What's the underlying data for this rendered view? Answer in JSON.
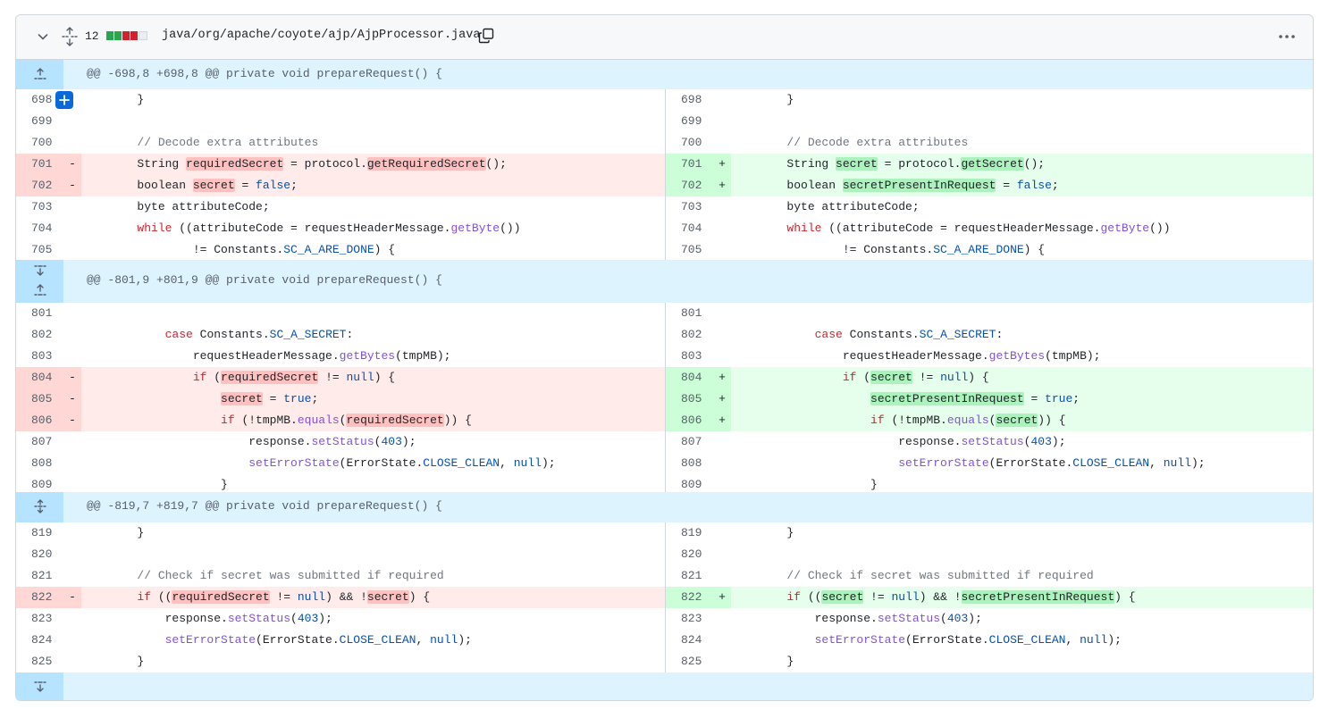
{
  "file": {
    "change_count": "12",
    "path": "java/org/apache/coyote/ajp/AjpProcessor.java",
    "diffstat_colors": [
      "#2da44e",
      "#2da44e",
      "#cf222e",
      "#cf222e",
      "#eaeef2"
    ]
  },
  "icons": {
    "collapse": "chevron-down-icon",
    "expand_all": "unfold-icon",
    "copy": "copy-icon",
    "more": "kebab-horizontal-icon",
    "expand_up": "fold-up-icon",
    "expand_down": "fold-down-icon",
    "add_comment": "plus-icon"
  },
  "hunks": [
    {
      "header": "@@ -698,8 +698,8 @@ private void prepareRequest() {"
    },
    {
      "header": "@@ -801,9 +801,9 @@ private void prepareRequest() {"
    },
    {
      "header": "@@ -819,7 +819,7 @@ private void prepareRequest() {"
    }
  ],
  "colors": {
    "deletion_bg": "#ffebe9",
    "addition_bg": "#e6ffec",
    "hunk_bg": "#ddf4ff",
    "accent": "#0969da"
  },
  "lines": {
    "h1": [
      {
        "ln": "698",
        "rn": "698",
        "type": "ctx",
        "l": [
          [
            "        }",
            ""
          ]
        ],
        "r": [
          [
            "        }",
            ""
          ]
        ]
      },
      {
        "ln": "699",
        "rn": "699",
        "type": "ctx",
        "l": [
          [
            "",
            ""
          ]
        ],
        "r": [
          [
            "",
            ""
          ]
        ]
      },
      {
        "ln": "700",
        "rn": "700",
        "type": "ctx",
        "l": [
          [
            "        // Decode extra attributes",
            "cm"
          ]
        ],
        "r": [
          [
            "        // Decode extra attributes",
            "cm"
          ]
        ]
      },
      {
        "ln": "701",
        "rn": "701",
        "type": "chg",
        "lsign": "-",
        "rsign": "+",
        "l": [
          [
            "        String ",
            ""
          ],
          [
            "requiredSecret",
            "del-hl"
          ],
          [
            " = protocol.",
            ""
          ],
          [
            "getRequiredSecret",
            "del-hl"
          ],
          [
            "();",
            ""
          ]
        ],
        "r": [
          [
            "        String ",
            ""
          ],
          [
            "secret",
            "add-hl"
          ],
          [
            " = protocol.",
            ""
          ],
          [
            "getSecret",
            "add-hl"
          ],
          [
            "();",
            ""
          ]
        ]
      },
      {
        "ln": "702",
        "rn": "702",
        "type": "chg",
        "lsign": "-",
        "rsign": "+",
        "l": [
          [
            "        boolean ",
            ""
          ],
          [
            "secret",
            "del-hl"
          ],
          [
            " = ",
            ""
          ],
          [
            "false",
            "cst"
          ],
          [
            ";",
            ""
          ]
        ],
        "r": [
          [
            "        boolean ",
            ""
          ],
          [
            "secretPresentInRequest",
            "add-hl"
          ],
          [
            " = ",
            ""
          ],
          [
            "false",
            "cst"
          ],
          [
            ";",
            ""
          ]
        ]
      },
      {
        "ln": "703",
        "rn": "703",
        "type": "ctx",
        "l": [
          [
            "        byte attributeCode;",
            ""
          ]
        ],
        "r": [
          [
            "        byte attributeCode;",
            ""
          ]
        ]
      },
      {
        "ln": "704",
        "rn": "704",
        "type": "ctx",
        "l": [
          [
            "        ",
            ""
          ],
          [
            "while",
            "kw"
          ],
          [
            " ((attributeCode = requestHeaderMessage.",
            ""
          ],
          [
            "getByte",
            "fn"
          ],
          [
            "())",
            ""
          ]
        ],
        "r": [
          [
            "        ",
            ""
          ],
          [
            "while",
            "kw"
          ],
          [
            " ((attributeCode = requestHeaderMessage.",
            ""
          ],
          [
            "getByte",
            "fn"
          ],
          [
            "())",
            ""
          ]
        ]
      },
      {
        "ln": "705",
        "rn": "705",
        "type": "ctx",
        "l": [
          [
            "                != Constants.",
            ""
          ],
          [
            "SC_A_ARE_DONE",
            "cst"
          ],
          [
            ") {",
            ""
          ]
        ],
        "r": [
          [
            "                != Constants.",
            ""
          ],
          [
            "SC_A_ARE_DONE",
            "cst"
          ],
          [
            ") {",
            ""
          ]
        ]
      }
    ],
    "h2": [
      {
        "ln": "801",
        "rn": "801",
        "type": "ctx",
        "l": [
          [
            "",
            ""
          ]
        ],
        "r": [
          [
            "",
            ""
          ]
        ]
      },
      {
        "ln": "802",
        "rn": "802",
        "type": "ctx",
        "l": [
          [
            "            ",
            ""
          ],
          [
            "case",
            "kw"
          ],
          [
            " Constants.",
            ""
          ],
          [
            "SC_A_SECRET",
            "cst"
          ],
          [
            ":",
            ""
          ]
        ],
        "r": [
          [
            "            ",
            ""
          ],
          [
            "case",
            "kw"
          ],
          [
            " Constants.",
            ""
          ],
          [
            "SC_A_SECRET",
            "cst"
          ],
          [
            ":",
            ""
          ]
        ]
      },
      {
        "ln": "803",
        "rn": "803",
        "type": "ctx",
        "l": [
          [
            "                requestHeaderMessage.",
            ""
          ],
          [
            "getBytes",
            "fn"
          ],
          [
            "(tmpMB);",
            ""
          ]
        ],
        "r": [
          [
            "                requestHeaderMessage.",
            ""
          ],
          [
            "getBytes",
            "fn"
          ],
          [
            "(tmpMB);",
            ""
          ]
        ]
      },
      {
        "ln": "804",
        "rn": "804",
        "type": "chg",
        "lsign": "-",
        "rsign": "+",
        "l": [
          [
            "                ",
            ""
          ],
          [
            "if",
            "kw"
          ],
          [
            " (",
            ""
          ],
          [
            "requiredSecret",
            "del-hl"
          ],
          [
            " != ",
            ""
          ],
          [
            "null",
            "cst"
          ],
          [
            ") {",
            ""
          ]
        ],
        "r": [
          [
            "                ",
            ""
          ],
          [
            "if",
            "kw"
          ],
          [
            " (",
            ""
          ],
          [
            "secret",
            "add-hl"
          ],
          [
            " != ",
            ""
          ],
          [
            "null",
            "cst"
          ],
          [
            ") {",
            ""
          ]
        ]
      },
      {
        "ln": "805",
        "rn": "805",
        "type": "chg",
        "lsign": "-",
        "rsign": "+",
        "l": [
          [
            "                    ",
            ""
          ],
          [
            "secret",
            "del-hl"
          ],
          [
            " = ",
            ""
          ],
          [
            "true",
            "cst"
          ],
          [
            ";",
            ""
          ]
        ],
        "r": [
          [
            "                    ",
            ""
          ],
          [
            "secretPresentInRequest",
            "add-hl"
          ],
          [
            " = ",
            ""
          ],
          [
            "true",
            "cst"
          ],
          [
            ";",
            ""
          ]
        ]
      },
      {
        "ln": "806",
        "rn": "806",
        "type": "chg",
        "lsign": "-",
        "rsign": "+",
        "l": [
          [
            "                    ",
            ""
          ],
          [
            "if",
            "kw"
          ],
          [
            " (!tmpMB.",
            ""
          ],
          [
            "equals",
            "fn"
          ],
          [
            "(",
            ""
          ],
          [
            "requiredSecret",
            "del-hl"
          ],
          [
            ")) {",
            ""
          ]
        ],
        "r": [
          [
            "                    ",
            ""
          ],
          [
            "if",
            "kw"
          ],
          [
            " (!tmpMB.",
            ""
          ],
          [
            "equals",
            "fn"
          ],
          [
            "(",
            ""
          ],
          [
            "secret",
            "add-hl"
          ],
          [
            ")) {",
            ""
          ]
        ]
      },
      {
        "ln": "807",
        "rn": "807",
        "type": "ctx",
        "l": [
          [
            "                        response.",
            ""
          ],
          [
            "setStatus",
            "fn"
          ],
          [
            "(",
            ""
          ],
          [
            "403",
            "cst"
          ],
          [
            ");",
            ""
          ]
        ],
        "r": [
          [
            "                        response.",
            ""
          ],
          [
            "setStatus",
            "fn"
          ],
          [
            "(",
            ""
          ],
          [
            "403",
            "cst"
          ],
          [
            ");",
            ""
          ]
        ]
      },
      {
        "ln": "808",
        "rn": "808",
        "type": "ctx",
        "l": [
          [
            "                        ",
            ""
          ],
          [
            "setErrorState",
            "fn"
          ],
          [
            "(ErrorState.",
            ""
          ],
          [
            "CLOSE_CLEAN",
            "cst"
          ],
          [
            ", ",
            ""
          ],
          [
            "null",
            "cst"
          ],
          [
            ");",
            ""
          ]
        ],
        "r": [
          [
            "                        ",
            ""
          ],
          [
            "setErrorState",
            "fn"
          ],
          [
            "(ErrorState.",
            ""
          ],
          [
            "CLOSE_CLEAN",
            "cst"
          ],
          [
            ", ",
            ""
          ],
          [
            "null",
            "cst"
          ],
          [
            ");",
            ""
          ]
        ]
      },
      {
        "ln": "809",
        "rn": "809",
        "type": "ctx",
        "l": [
          [
            "                    }",
            ""
          ]
        ],
        "r": [
          [
            "                    }",
            ""
          ]
        ]
      }
    ],
    "h3": [
      {
        "ln": "819",
        "rn": "819",
        "type": "ctx",
        "l": [
          [
            "        }",
            ""
          ]
        ],
        "r": [
          [
            "        }",
            ""
          ]
        ]
      },
      {
        "ln": "820",
        "rn": "820",
        "type": "ctx",
        "l": [
          [
            "",
            ""
          ]
        ],
        "r": [
          [
            "",
            ""
          ]
        ]
      },
      {
        "ln": "821",
        "rn": "821",
        "type": "ctx",
        "l": [
          [
            "        // Check if secret was submitted if required",
            "cm"
          ]
        ],
        "r": [
          [
            "        // Check if secret was submitted if required",
            "cm"
          ]
        ]
      },
      {
        "ln": "822",
        "rn": "822",
        "type": "chg",
        "lsign": "-",
        "rsign": "+",
        "l": [
          [
            "        ",
            ""
          ],
          [
            "if",
            "kw"
          ],
          [
            " ((",
            ""
          ],
          [
            "requiredSecret",
            "del-hl"
          ],
          [
            " != ",
            ""
          ],
          [
            "null",
            "cst"
          ],
          [
            ") && !",
            ""
          ],
          [
            "secret",
            "del-hl"
          ],
          [
            ") {",
            ""
          ]
        ],
        "r": [
          [
            "        ",
            ""
          ],
          [
            "if",
            "kw"
          ],
          [
            " ((",
            ""
          ],
          [
            "secret",
            "add-hl"
          ],
          [
            " != ",
            ""
          ],
          [
            "null",
            "cst"
          ],
          [
            ") && !",
            ""
          ],
          [
            "secretPresentInRequest",
            "add-hl"
          ],
          [
            ") {",
            ""
          ]
        ]
      },
      {
        "ln": "823",
        "rn": "823",
        "type": "ctx",
        "l": [
          [
            "            response.",
            ""
          ],
          [
            "setStatus",
            "fn"
          ],
          [
            "(",
            ""
          ],
          [
            "403",
            "cst"
          ],
          [
            ");",
            ""
          ]
        ],
        "r": [
          [
            "            response.",
            ""
          ],
          [
            "setStatus",
            "fn"
          ],
          [
            "(",
            ""
          ],
          [
            "403",
            "cst"
          ],
          [
            ");",
            ""
          ]
        ]
      },
      {
        "ln": "824",
        "rn": "824",
        "type": "ctx",
        "l": [
          [
            "            ",
            ""
          ],
          [
            "setErrorState",
            "fn"
          ],
          [
            "(ErrorState.",
            ""
          ],
          [
            "CLOSE_CLEAN",
            "cst"
          ],
          [
            ", ",
            ""
          ],
          [
            "null",
            "cst"
          ],
          [
            ");",
            ""
          ]
        ],
        "r": [
          [
            "            ",
            ""
          ],
          [
            "setErrorState",
            "fn"
          ],
          [
            "(ErrorState.",
            ""
          ],
          [
            "CLOSE_CLEAN",
            "cst"
          ],
          [
            ", ",
            ""
          ],
          [
            "null",
            "cst"
          ],
          [
            ");",
            ""
          ]
        ]
      },
      {
        "ln": "825",
        "rn": "825",
        "type": "ctx",
        "l": [
          [
            "        }",
            ""
          ]
        ],
        "r": [
          [
            "        }",
            ""
          ]
        ]
      }
    ]
  }
}
